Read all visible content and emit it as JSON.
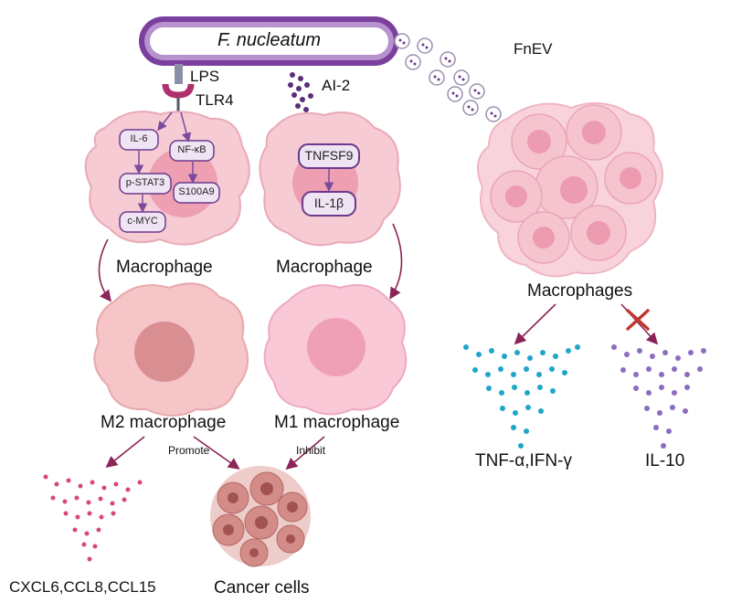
{
  "bacterium": {
    "name": "F. nucleatum"
  },
  "left_pathway": {
    "ligand": "LPS",
    "receptor": "TLR4",
    "nodes": [
      "IL-6",
      "NF-κB",
      "p-STAT3",
      "S100A9",
      "c-MYC"
    ],
    "cell_label": "Macrophage",
    "result_label": "M2 macrophage",
    "effect_label": "Promote",
    "cytokines_label": "CXCL6,CCL8,CCL15"
  },
  "middle_pathway": {
    "signal": "AI-2",
    "nodes": [
      "TNFSF9",
      "IL-1β"
    ],
    "cell_label": "Macrophage",
    "result_label": "M1 macrophage",
    "effect_label": "Inhibit"
  },
  "target": {
    "label": "Cancer cells"
  },
  "right_pathway": {
    "vesicles": "FnEV",
    "cell_label": "Macrophages",
    "cytokines_up": "TNF-α,IFN-γ",
    "cytokines_blocked": "IL-10"
  },
  "colors": {
    "bacterium_outline": "#5b2d7a",
    "bacterium_fill": "#ffffff",
    "arrow": "#8b2458",
    "node_outline": "#6b3a8c",
    "node_fill": "#efe4f3",
    "cell_fill": "#f7cbd4",
    "cell_nucleus": "#ee9fb2",
    "m2_fill": "#f5c5c8",
    "m2_nucleus": "#d98e92",
    "cancer_fill": "#c87370",
    "dots_pink": "#d9477a",
    "dots_blue": "#1fa6c9",
    "dots_purple": "#8b6cc0",
    "block_x": "#c0392b"
  }
}
